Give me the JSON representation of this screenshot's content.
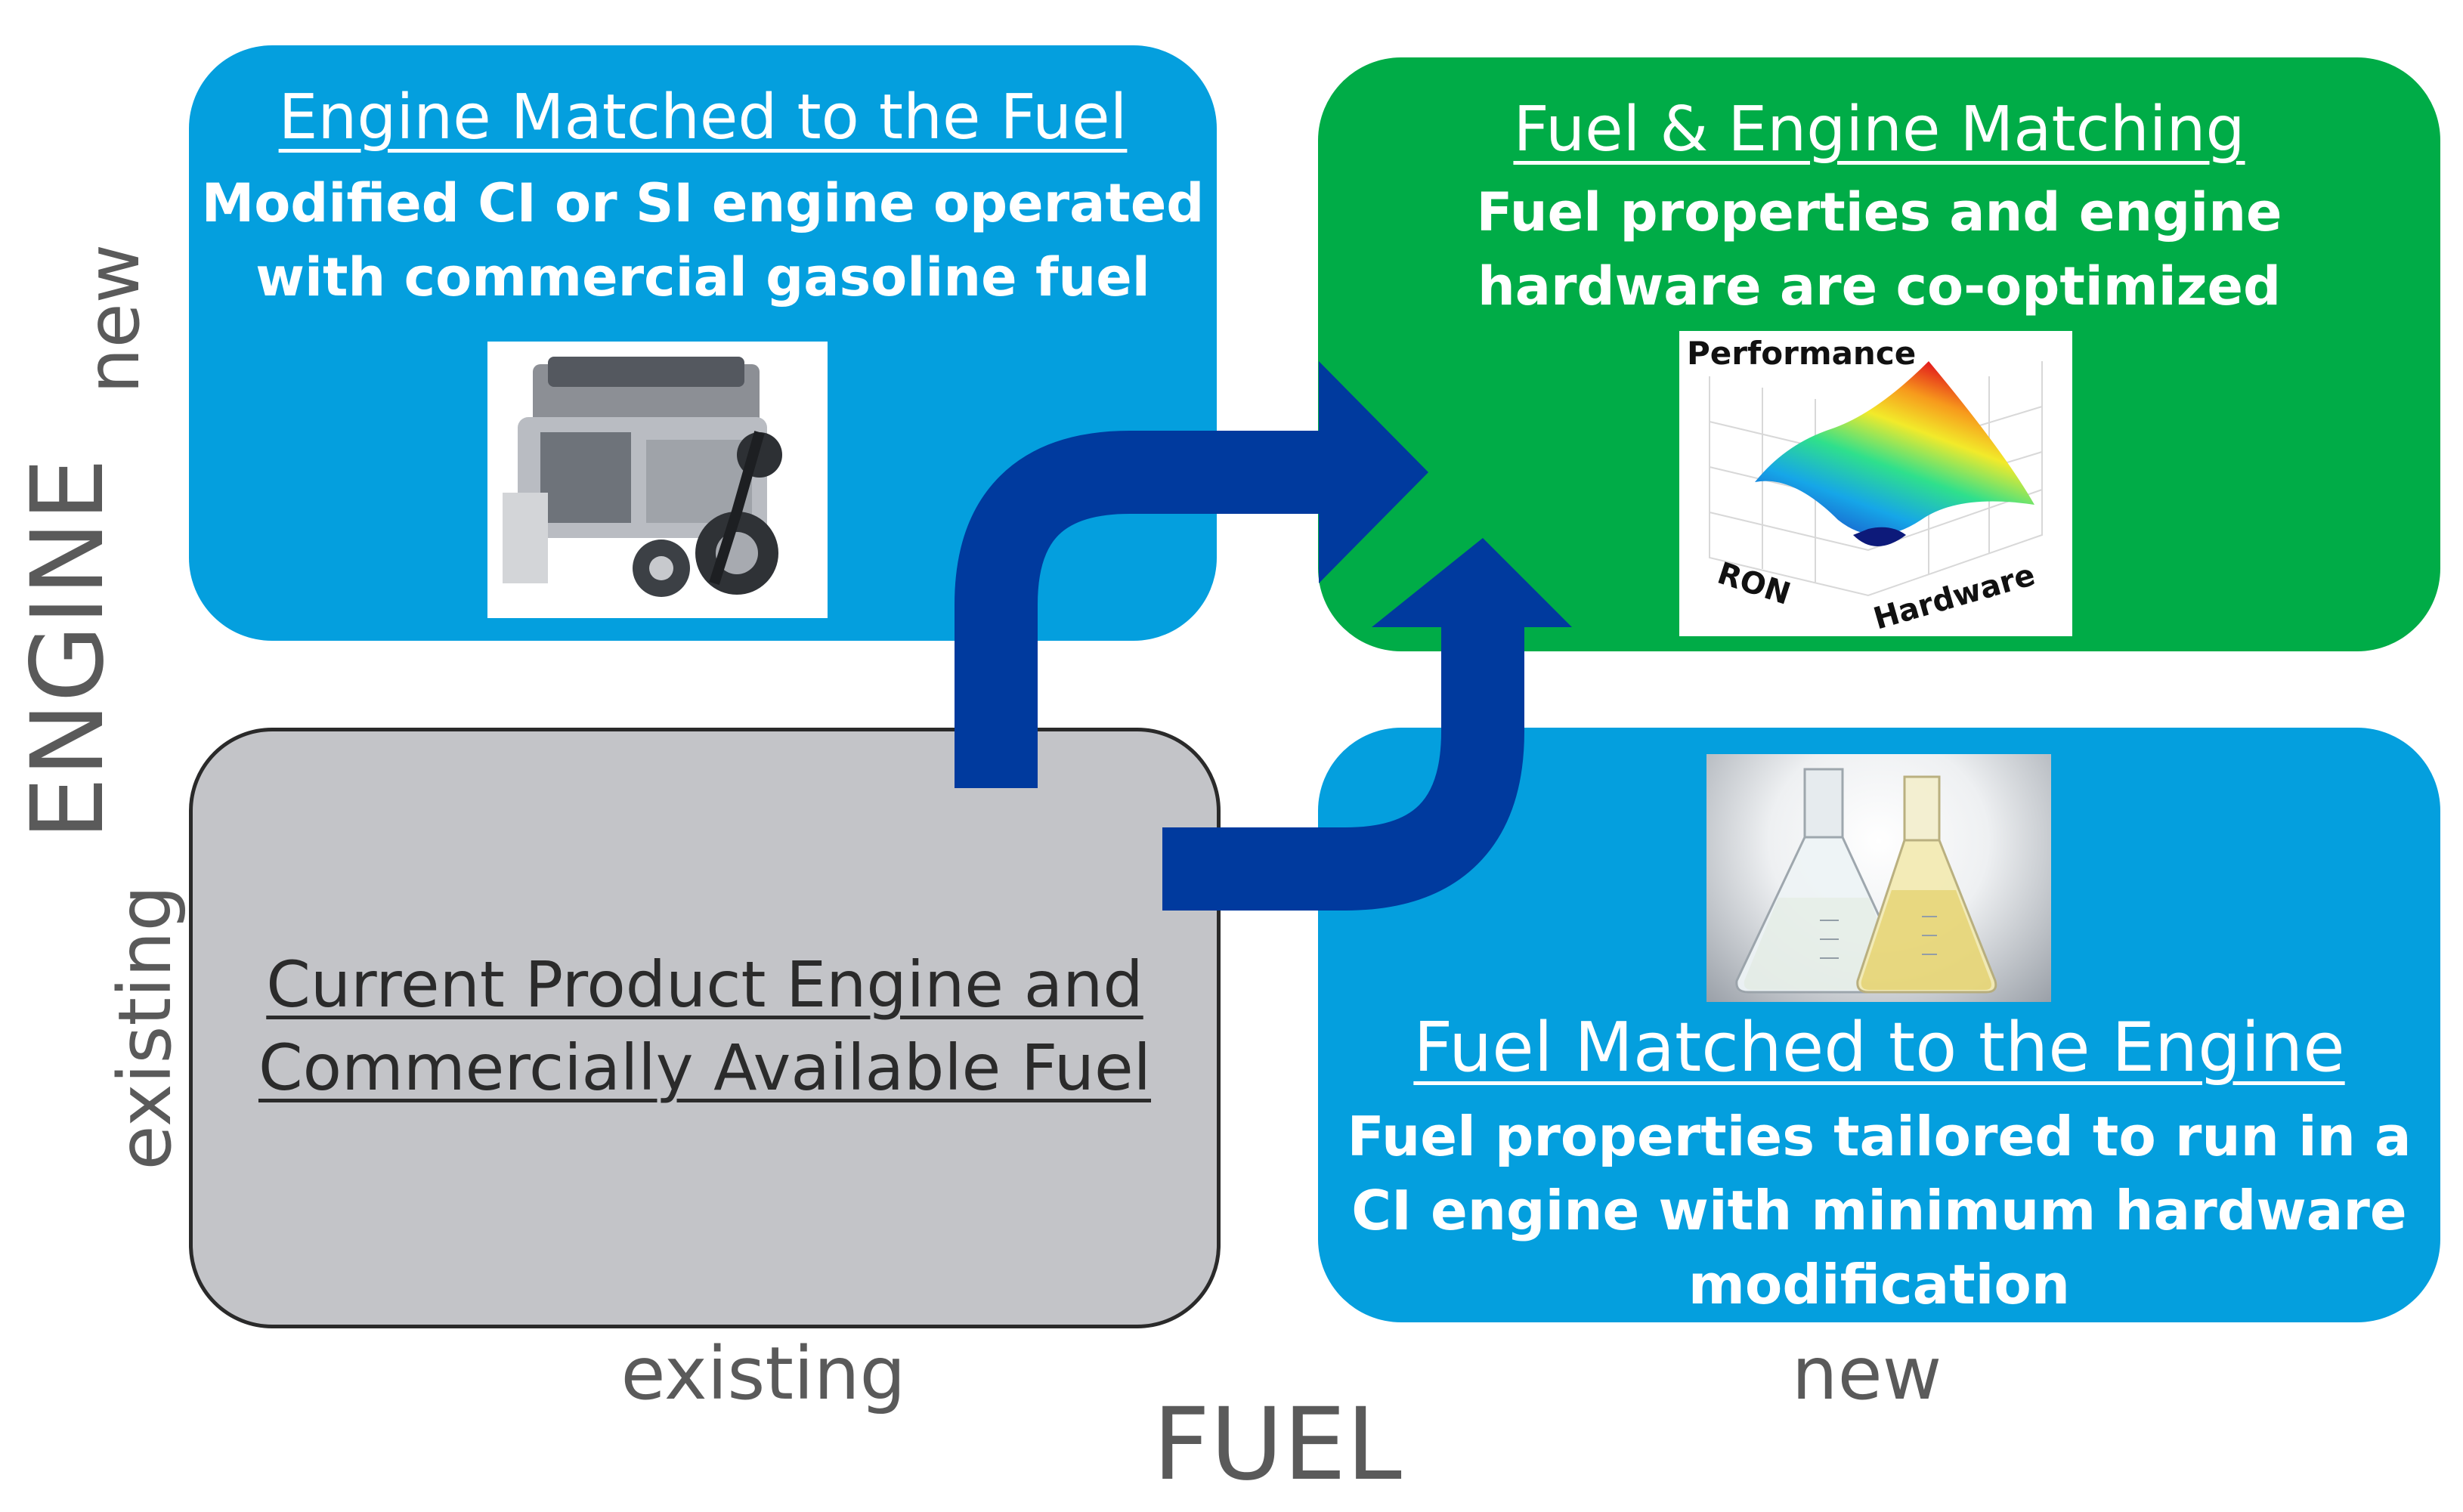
{
  "quadrants": {
    "top_left": {
      "title": "Engine Matched to the Fuel",
      "body_line1": "Modified CI or SI engine operated",
      "body_line2": "with commercial gasoline fuel",
      "image_icon": "engine-photo"
    },
    "top_right": {
      "title": "Fuel & Engine Matching",
      "body_line1": "Fuel properties and engine",
      "body_line2": "hardware are co-optimized",
      "image_icon": "surface-plot",
      "plot_labels": {
        "z": "Performance",
        "x": "RON",
        "y": "Hardware"
      }
    },
    "bottom_left": {
      "title_line1": "Current Product Engine and",
      "title_line2": "Commercially Available Fuel"
    },
    "bottom_right": {
      "title": "Fuel Matched to the Engine",
      "body_line1": "Fuel properties tailored to run in a",
      "body_line2": "CI engine with minimum hardware",
      "body_line3": "modification",
      "image_icon": "flasks-photo"
    }
  },
  "axes": {
    "fuel_label": "FUEL",
    "fuel_existing": "existing",
    "fuel_new": "new",
    "engine_label": "ENGINE",
    "engine_existing": "existing",
    "engine_new": "new"
  },
  "colors": {
    "blue_box": "#049fde",
    "green_box": "#00ac47",
    "grey_box": "#c3c4c8",
    "arrow": "#003a9e"
  }
}
